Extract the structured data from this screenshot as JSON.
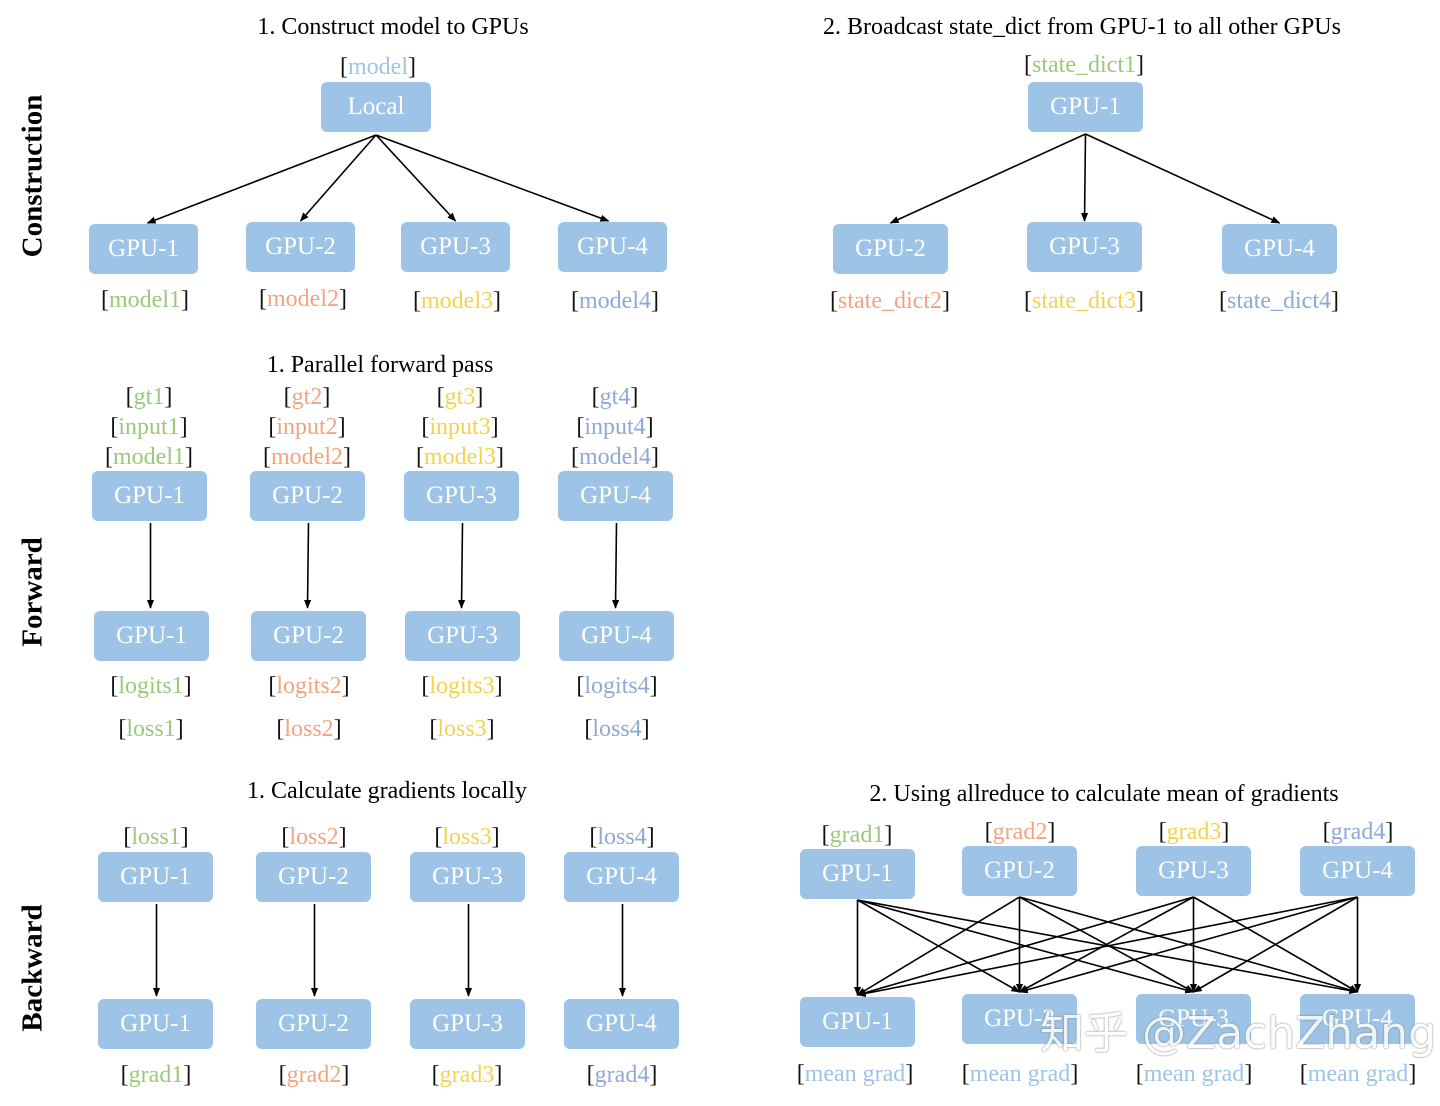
{
  "colors": {
    "node_fill": "#9DC3E6",
    "node_text": "#FFFFFF",
    "green": "#9BC97A",
    "orange": "#F2A47E",
    "yellow": "#F4D24A",
    "blue": "#8EA8D8",
    "lightblue": "#9DC3E6"
  },
  "sections": {
    "construction": "Construction",
    "forward": "Forward",
    "backward": "Backward"
  },
  "titles": {
    "construct_1": "1. Construct model to GPUs",
    "construct_2": "2. Broadcast state_dict from GPU-1 to all other GPUs",
    "forward_1": "1. Parallel forward pass",
    "backward_1": "1. Calculate gradients locally",
    "backward_2": "2. Using allreduce to calculate mean of gradients"
  },
  "construct_local": {
    "label": {
      "text": "model",
      "color": "lightblue"
    },
    "node": "Local",
    "targets": [
      {
        "node": "GPU-1",
        "label": {
          "text": "model1",
          "color": "green"
        }
      },
      {
        "node": "GPU-2",
        "label": {
          "text": "model2",
          "color": "orange"
        }
      },
      {
        "node": "GPU-3",
        "label": {
          "text": "model3",
          "color": "yellow"
        }
      },
      {
        "node": "GPU-4",
        "label": {
          "text": "model4",
          "color": "blue"
        }
      }
    ]
  },
  "construct_broadcast": {
    "label": {
      "text": "state_dict1",
      "color": "green"
    },
    "node": "GPU-1",
    "targets": [
      {
        "node": "GPU-2",
        "label": {
          "text": "state_dict2",
          "color": "orange"
        }
      },
      {
        "node": "GPU-3",
        "label": {
          "text": "state_dict3",
          "color": "yellow"
        }
      },
      {
        "node": "GPU-4",
        "label": {
          "text": "state_dict4",
          "color": "blue"
        }
      }
    ]
  },
  "forward": {
    "columns": [
      {
        "gt": "gt1",
        "input": "input1",
        "model": "model1",
        "top": "GPU-1",
        "bottom": "GPU-1",
        "logits": "logits1",
        "loss": "loss1",
        "color": "green"
      },
      {
        "gt": "gt2",
        "input": "input2",
        "model": "model2",
        "top": "GPU-2",
        "bottom": "GPU-2",
        "logits": "logits2",
        "loss": "loss2",
        "color": "orange"
      },
      {
        "gt": "gt3",
        "input": "input3",
        "model": "model3",
        "top": "GPU-3",
        "bottom": "GPU-3",
        "logits": "logits3",
        "loss": "loss3",
        "color": "yellow"
      },
      {
        "gt": "gt4",
        "input": "input4",
        "model": "model4",
        "top": "GPU-4",
        "bottom": "GPU-4",
        "logits": "logits4",
        "loss": "loss4",
        "color": "blue"
      }
    ]
  },
  "backward_local": {
    "columns": [
      {
        "loss": "loss1",
        "top": "GPU-1",
        "bottom": "GPU-1",
        "grad": "grad1",
        "color": "green"
      },
      {
        "loss": "loss2",
        "top": "GPU-2",
        "bottom": "GPU-2",
        "grad": "grad2",
        "color": "orange"
      },
      {
        "loss": "loss3",
        "top": "GPU-3",
        "bottom": "GPU-3",
        "grad": "grad3",
        "color": "yellow"
      },
      {
        "loss": "loss4",
        "top": "GPU-4",
        "bottom": "GPU-4",
        "grad": "grad4",
        "color": "blue"
      }
    ]
  },
  "backward_allreduce": {
    "columns": [
      {
        "grad": "grad1",
        "top": "GPU-1",
        "bottom": "GPU-1",
        "mean": "mean grad",
        "color": "green"
      },
      {
        "grad": "grad2",
        "top": "GPU-2",
        "bottom": "GPU-2",
        "mean": "mean grad",
        "color": "orange"
      },
      {
        "grad": "grad3",
        "top": "GPU-3",
        "bottom": "GPU-3",
        "mean": "mean grad",
        "color": "yellow"
      },
      {
        "grad": "grad4",
        "top": "GPU-4",
        "bottom": "GPU-4",
        "mean": "mean grad",
        "color": "blue"
      }
    ]
  },
  "watermark": "知乎 @ZachZhang"
}
